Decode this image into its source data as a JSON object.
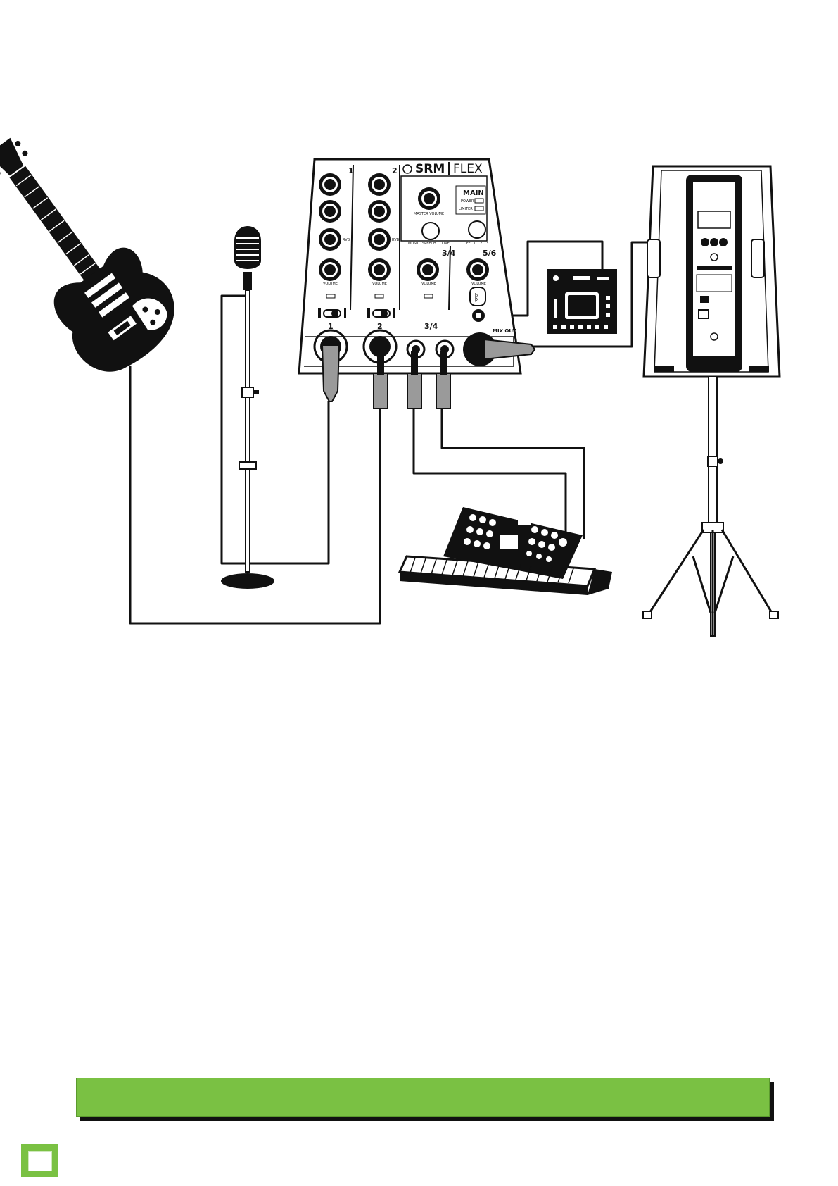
{
  "mixer": {
    "brand": "SRM",
    "model": "FLEX",
    "channel_labels": [
      "1",
      "2",
      "3/4",
      "5/6"
    ],
    "main_label": "MAIN",
    "power_label": "POWER",
    "limiter_label": "LIMITER",
    "master_volume_label": "MASTER VOLUME",
    "mode_labels": [
      "MUSIC",
      "SPEECH",
      "LIVE"
    ],
    "eq_labels": [
      "OFF",
      "1",
      "2",
      "3"
    ],
    "rvb_label": "RVB",
    "volume_label": "VOLUME",
    "input_labels": [
      "1",
      "2",
      "3/4"
    ],
    "mix_out_label": "MIX OUT"
  },
  "colors": {
    "banner": "#7ac143",
    "plug": "#9a9a9a",
    "ink": "#111111"
  },
  "icons": [
    "guitar-icon",
    "microphone-icon",
    "mic-stand-icon",
    "keyboard-synth-icon",
    "media-player-icon",
    "loudspeaker-icon",
    "speaker-tripod-icon",
    "bluetooth-icon"
  ]
}
